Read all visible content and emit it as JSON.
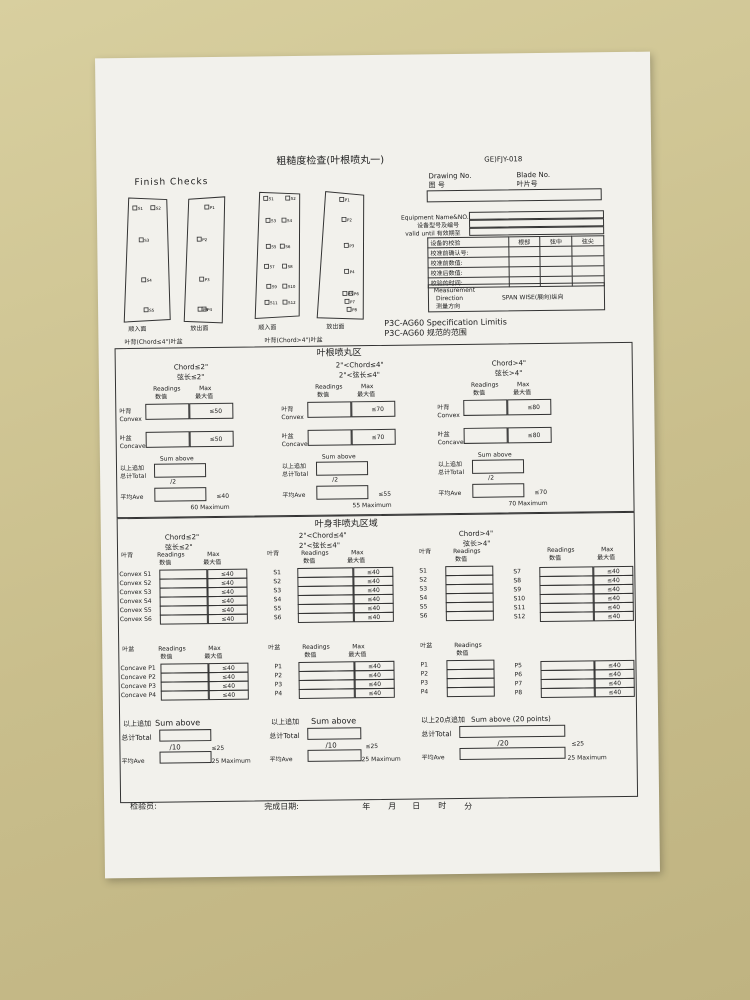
{
  "doc": {
    "title": "粗糙度检查(叶根喷丸一)",
    "form_no": "GE)FJY-018",
    "finish_checks": "Finish Checks",
    "drawing_no": "Drawing No.",
    "drawing_no_cn": "图 号",
    "blade_no": "Blade No.",
    "blade_no_cn": "叶片号",
    "equip_lines": [
      "Equipment Name&NO.:",
      "设备型号及编号",
      "valid until 有效期至"
    ],
    "equip_header": [
      "设备的校验",
      "根部",
      "弦中",
      "弦尖"
    ],
    "equip_rows": [
      "校准前确认号:",
      "校准前数值:",
      "校准后数值:",
      "校验的时间:"
    ],
    "meas_dir": [
      "Measurement",
      "Direction",
      "测量方向"
    ],
    "span_label": "SPAN  WISE(展向)纵向",
    "spec_title": "P3C-AG60 Specification Limitis",
    "spec_cn": "P3C-AG60 规范的范围",
    "blade_labels": {
      "convex": "顺入面",
      "concave": "放出面",
      "cap1": "叶背(Chord≤4\")叶盆",
      "cap2": "叶背(Chord>4\")叶盆"
    },
    "blade_points": {
      "b1": [
        "S1",
        "S2",
        "S3",
        "S4",
        "S5"
      ],
      "b2": [
        "P1",
        "P2",
        "P3",
        "P4",
        "P5"
      ],
      "b3": [
        "S1",
        "S2",
        "S3",
        "S4",
        "S5",
        "S6",
        "S7",
        "S8",
        "S9",
        "S10",
        "S11",
        "S12"
      ],
      "b4": [
        "P1",
        "P2",
        "P3",
        "P4",
        "P5",
        "P6",
        "P7",
        "P8"
      ]
    }
  },
  "peened": {
    "title": "叶根喷丸区",
    "cols": [
      {
        "chord": "Chord≤2\"",
        "chord_cn": "弦长≤2\"",
        "max": "≤50",
        "ave_max": "≤40",
        "total_div": "/2",
        "max_note": "60 Maximum"
      },
      {
        "chord": "2\"<Chord≤4\"",
        "chord_cn": "2\"<弦长≤4\"",
        "max": "≤70",
        "ave_max": "≤55",
        "total_div": "/2",
        "max_note": "55 Maximum"
      },
      {
        "chord": "Chord>4\"",
        "chord_cn": "弦长>4\"",
        "max": "≤80",
        "ave_max": "≤70",
        "total_div": "/2",
        "max_note": "70 Maximum"
      }
    ],
    "readings": "Readings",
    "readings_cn": "数值",
    "max_label": "Max",
    "max_cn": "最大值",
    "convex": "叶背",
    "convex_en": "Convex",
    "convex_alt": "叶背",
    "concave": "叶盆",
    "concave_en": "Concave",
    "sum_above": "Sum above",
    "sum_cn": "以上追加",
    "total_cn": "总计Total",
    "ave": "平均Ave"
  },
  "nonpeened": {
    "title": "叶身非喷丸区域",
    "chord1": "Chord≤2\"",
    "chord1_cn": "弦长≤2\"",
    "chord2": "2\"<Chord≤4\"",
    "chord2_cn": "2\"<弦长≤4\"",
    "chord3": "Chord>4\"",
    "chord3_cn": "弦长>4\"",
    "readings": "Readings",
    "readings_cn": "数值",
    "max": "Max",
    "max_cn": "最大值",
    "convex": "叶背",
    "concave": "叶盆",
    "limit": "≤40",
    "col1_s": [
      "Convex S1",
      "Convex S2",
      "Convex S3",
      "Convex S4",
      "Convex S5",
      "Convex S6"
    ],
    "col1_p": [
      "Concave P1",
      "Concave P2",
      "Concave P3",
      "Concave P4"
    ],
    "col2_s": [
      "S1",
      "S2",
      "S3",
      "S4",
      "S5",
      "S6"
    ],
    "col2_p": [
      "P1",
      "P2",
      "P3",
      "P4"
    ],
    "col3_s": [
      "S1",
      "S2",
      "S3",
      "S4",
      "S5",
      "S6"
    ],
    "col3_s2": [
      "S7",
      "S8",
      "S9",
      "S10",
      "S11",
      "S12"
    ],
    "col3_p": [
      "P1",
      "P2",
      "P3",
      "P4"
    ],
    "col3_p2": [
      "P5",
      "P6",
      "P7",
      "P8"
    ],
    "sum1": "以上追加",
    "sum_above": "Sum above",
    "total1": "总计Total",
    "total2": "总计Total",
    "ave": "平均Ave",
    "div1": "/10",
    "div2": "/10",
    "div3": "/20",
    "le25": "≤25",
    "max25": "25 Maximum",
    "sum3": "以上20点追加",
    "sum3_en": "Sum above (20 points)"
  },
  "footer": {
    "inspector": "检验员:",
    "date": "完成日期:",
    "year": "年",
    "month": "月",
    "day": "日",
    "hour": "时",
    "minute": "分"
  }
}
